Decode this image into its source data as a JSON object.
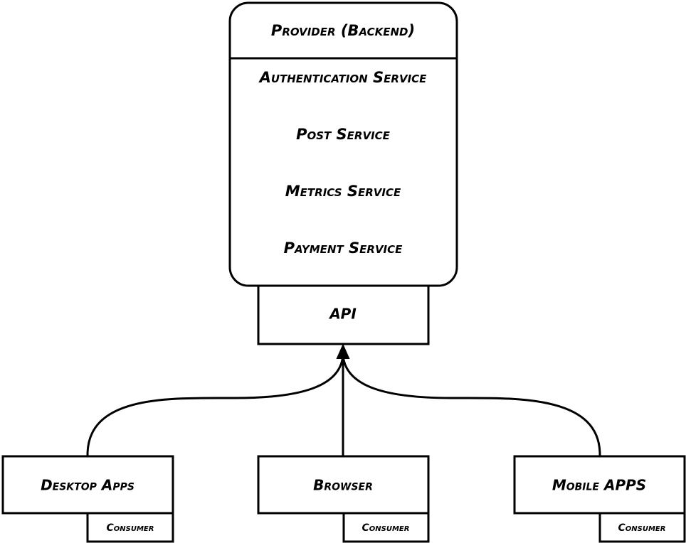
{
  "provider": {
    "title": "Provider (Backend)",
    "services": [
      "Authentication Service",
      "Post Service",
      "Metrics Service",
      "Payment Service"
    ]
  },
  "api": {
    "label": "API"
  },
  "consumers": [
    {
      "name": "Desktop Apps",
      "tag": "Consumer"
    },
    {
      "name": "Browser",
      "tag": "Consumer"
    },
    {
      "name": "Mobile APPS",
      "tag": "Consumer"
    }
  ],
  "colors": {
    "stroke": "#000000",
    "background": "#ffffff"
  }
}
